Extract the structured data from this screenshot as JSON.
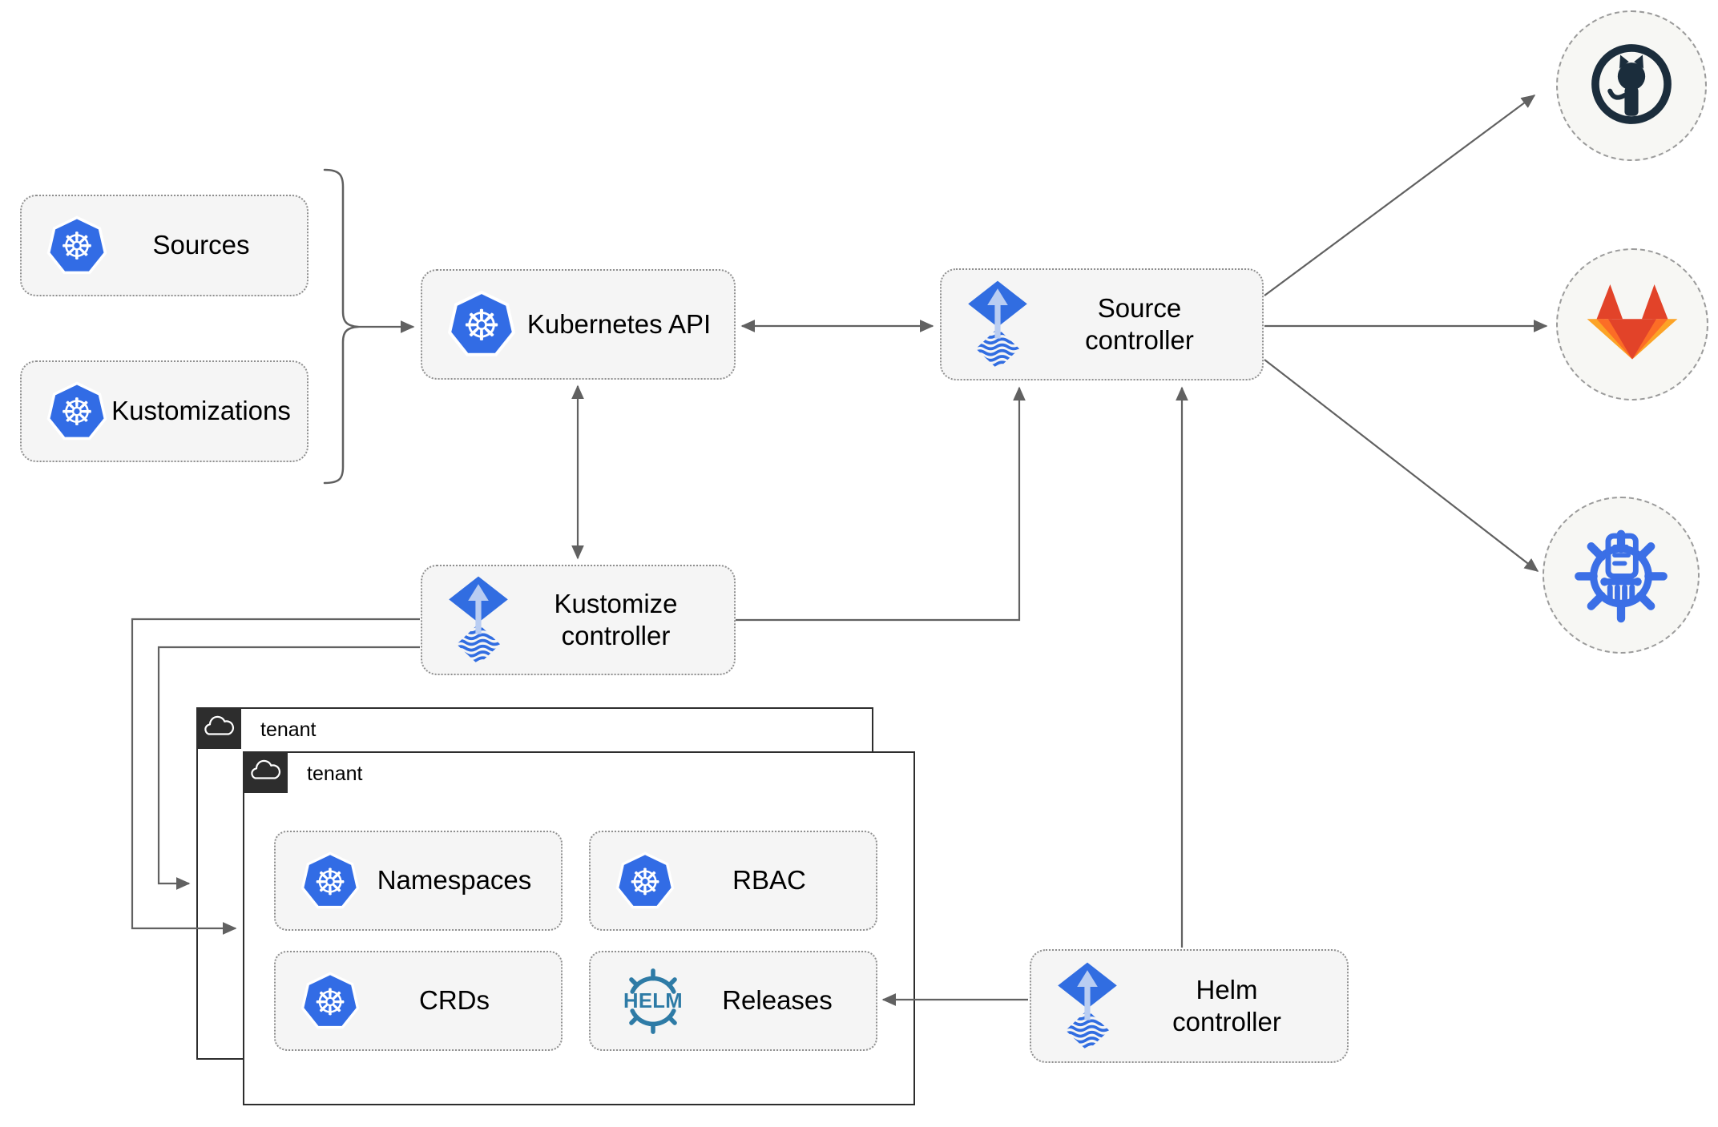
{
  "nodes": {
    "sources": {
      "label": "Sources",
      "icon": "kubernetes-icon"
    },
    "kustomizations": {
      "label": "Kustomizations",
      "icon": "kubernetes-icon"
    },
    "kubernetes_api": {
      "label": "Kubernetes API",
      "icon": "kubernetes-icon"
    },
    "source_controller": {
      "label": "Source controller",
      "icon": "flux-icon"
    },
    "kustomize_controller": {
      "label": "Kustomize controller",
      "icon": "flux-icon"
    },
    "helm_controller": {
      "label": "Helm controller",
      "icon": "flux-icon"
    },
    "tenants": [
      {
        "label": "tenant",
        "icon": "cloud-icon"
      },
      {
        "label": "tenant",
        "icon": "cloud-icon"
      }
    ],
    "namespaces": {
      "label": "Namespaces",
      "icon": "kubernetes-icon"
    },
    "rbac": {
      "label": "RBAC",
      "icon": "kubernetes-icon"
    },
    "crds": {
      "label": "CRDs",
      "icon": "kubernetes-icon"
    },
    "releases": {
      "label": "Releases",
      "icon": "helm-icon"
    }
  },
  "endpoints": {
    "github": {
      "icon": "github-icon"
    },
    "gitlab": {
      "icon": "gitlab-icon"
    },
    "chartmuseum": {
      "icon": "chartmuseum-icon"
    }
  },
  "logo_text": {
    "helm": "HELM"
  },
  "edges": [
    {
      "from": "sources+kustomizations",
      "to": "kubernetes_api",
      "style": "brace-arrow"
    },
    {
      "from": "kubernetes_api",
      "to": "source_controller",
      "style": "double-arrow"
    },
    {
      "from": "kubernetes_api",
      "to": "kustomize_controller",
      "style": "double-arrow"
    },
    {
      "from": "kustomize_controller",
      "to": "source_controller",
      "style": "arrow"
    },
    {
      "from": "kustomize_controller",
      "to": "tenant-front",
      "style": "arrow"
    },
    {
      "from": "kustomize_controller",
      "to": "tenant-back",
      "style": "arrow"
    },
    {
      "from": "helm_controller",
      "to": "source_controller",
      "style": "arrow"
    },
    {
      "from": "helm_controller",
      "to": "releases",
      "style": "arrow"
    },
    {
      "from": "source_controller",
      "to": "github",
      "style": "arrow"
    },
    {
      "from": "source_controller",
      "to": "gitlab",
      "style": "arrow"
    },
    {
      "from": "source_controller",
      "to": "chartmuseum",
      "style": "arrow"
    }
  ],
  "colors": {
    "kubernetes_blue": "#326ce5",
    "flux_blue": "#316de1",
    "flux_arrow_light": "#b9cdf2",
    "helm_teal": "#2e7ba6",
    "chartmuseum_blue": "#3b6fe6",
    "github_dark": "#1b2d3c",
    "gitlab_red": "#e24329",
    "gitlab_orange": "#fc6d26",
    "gitlab_amber": "#fca326",
    "node_fill": "#f5f5f5",
    "connector_gray": "#616161",
    "tenant_border_dark": "#2d2d2d"
  }
}
